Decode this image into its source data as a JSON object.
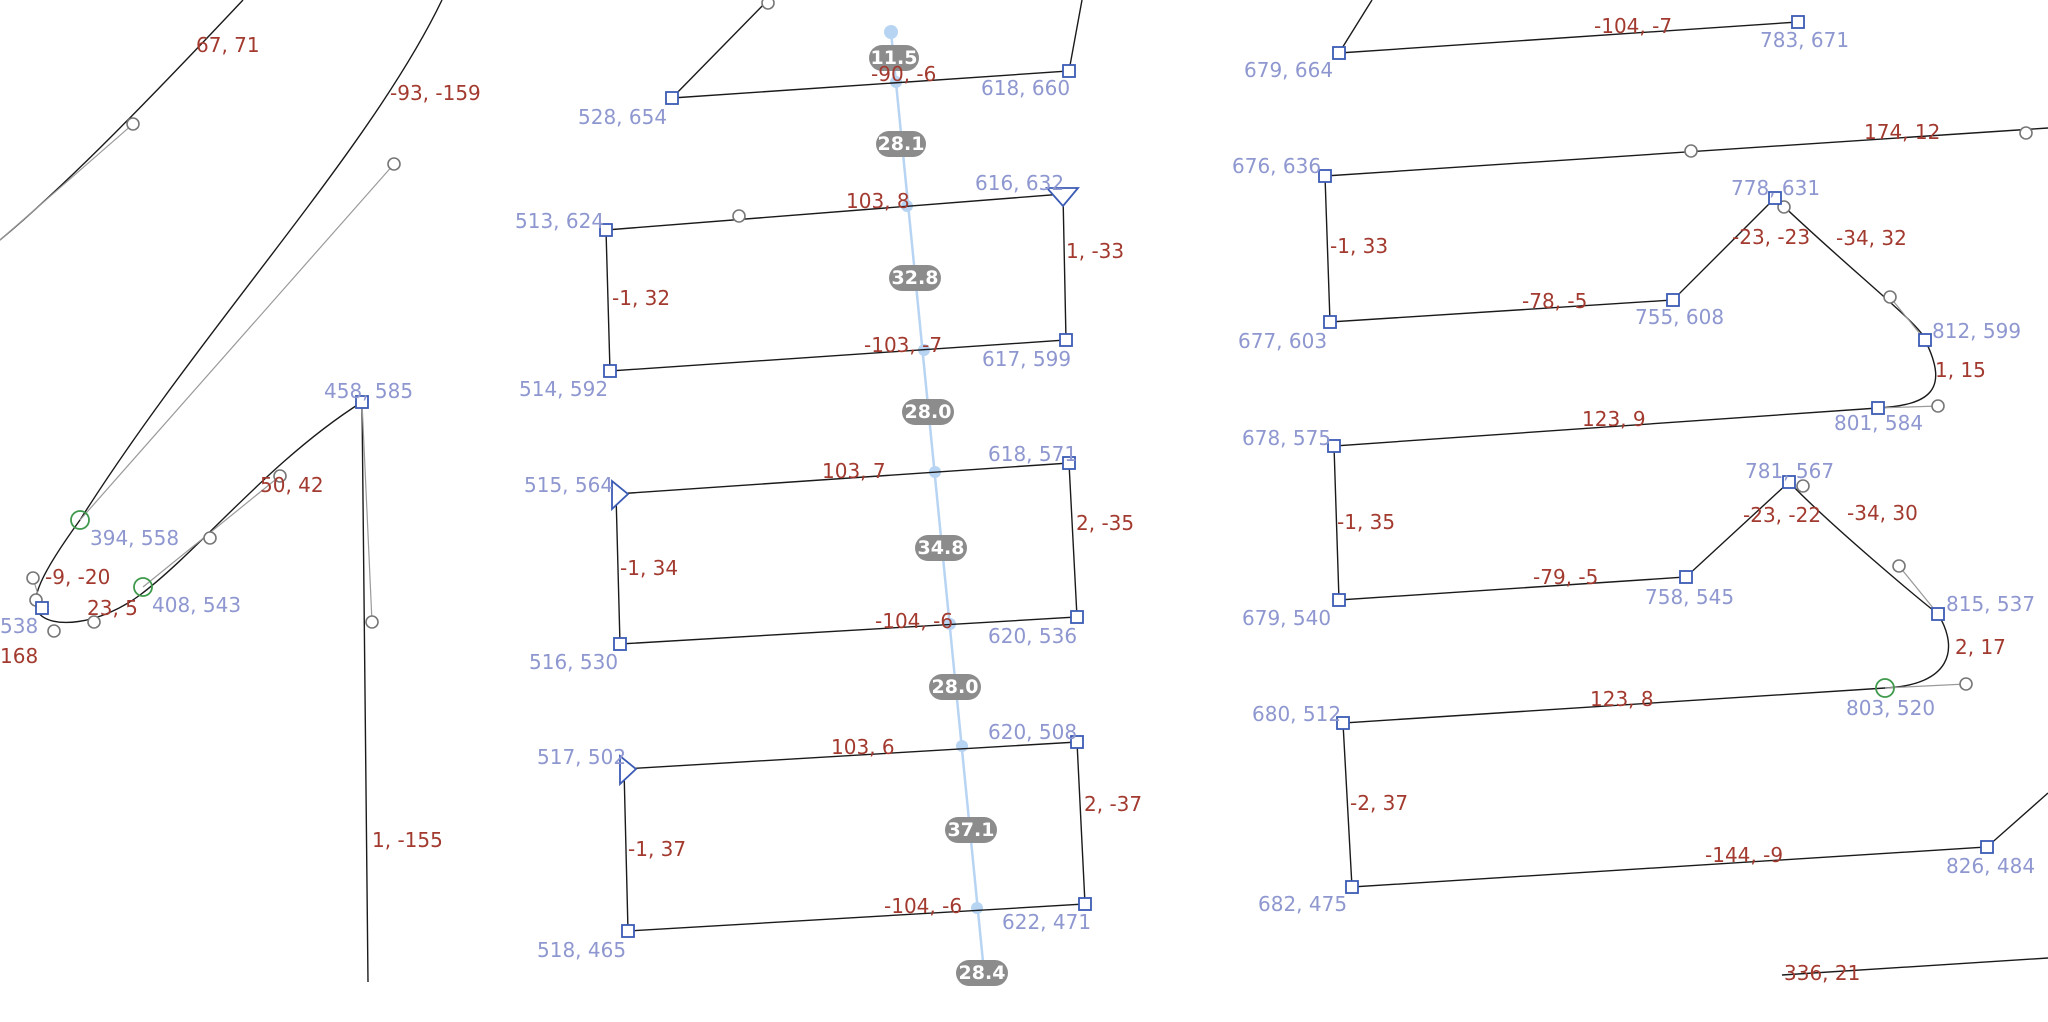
{
  "colors": {
    "coordinate_label": "#8e97cf",
    "offset_label": "#a23a2f",
    "node": "#3b5bb5",
    "selected_node": "#3f9a4c",
    "measure_pill": "#8c8c8c",
    "guide_line": "#b7d4f3"
  },
  "coordinates": [
    "528, 654",
    "618, 660",
    "513, 624",
    "616, 632",
    "617, 599",
    "514, 592",
    "515, 564",
    "618, 571",
    "516, 530",
    "620, 536",
    "517, 502",
    "620, 508",
    "518, 465",
    "622, 471",
    "458, 585",
    "394, 558",
    "408, 543",
    "538",
    "679, 664",
    "783, 671",
    "676, 636",
    "778, 631",
    "677, 603",
    "755, 608",
    "812, 599",
    "678, 575",
    "801, 584",
    "781, 567",
    "679, 540",
    "758, 545",
    "815, 537",
    "680, 512",
    "803, 520",
    "682, 475",
    "826, 484"
  ],
  "offsets": [
    "67, 71",
    "-93, -159",
    "50, 42",
    "-9, -20",
    "23, 5",
    "168",
    "1, -155",
    "-90, -6",
    "103, 8",
    "-1, 32",
    "1, -33",
    "-103, -7",
    "103, 7",
    "-1, 34",
    "2, -35",
    "-104, -6",
    "103, 6",
    "-1, 37",
    "2, -37",
    "-104, -6",
    "-104, -7",
    "174, 12",
    "-1, 33",
    "-23, -23",
    "-34, 32",
    "-78, -5",
    "1, 15",
    "123, 9",
    "-1, 35",
    "-23, -22",
    "-34, 30",
    "-79, -5",
    "2, 17",
    "123, 8",
    "-2, 37",
    "-144, -9",
    "336, 21"
  ],
  "measurements": [
    "11.5",
    "28.1",
    "32.8",
    "28.0",
    "34.8",
    "28.0",
    "37.1",
    "28.4"
  ],
  "icons": [
    "square-node-icon",
    "corner-node-icon",
    "handle-icon",
    "selected-node-icon",
    "guide-point-icon"
  ]
}
